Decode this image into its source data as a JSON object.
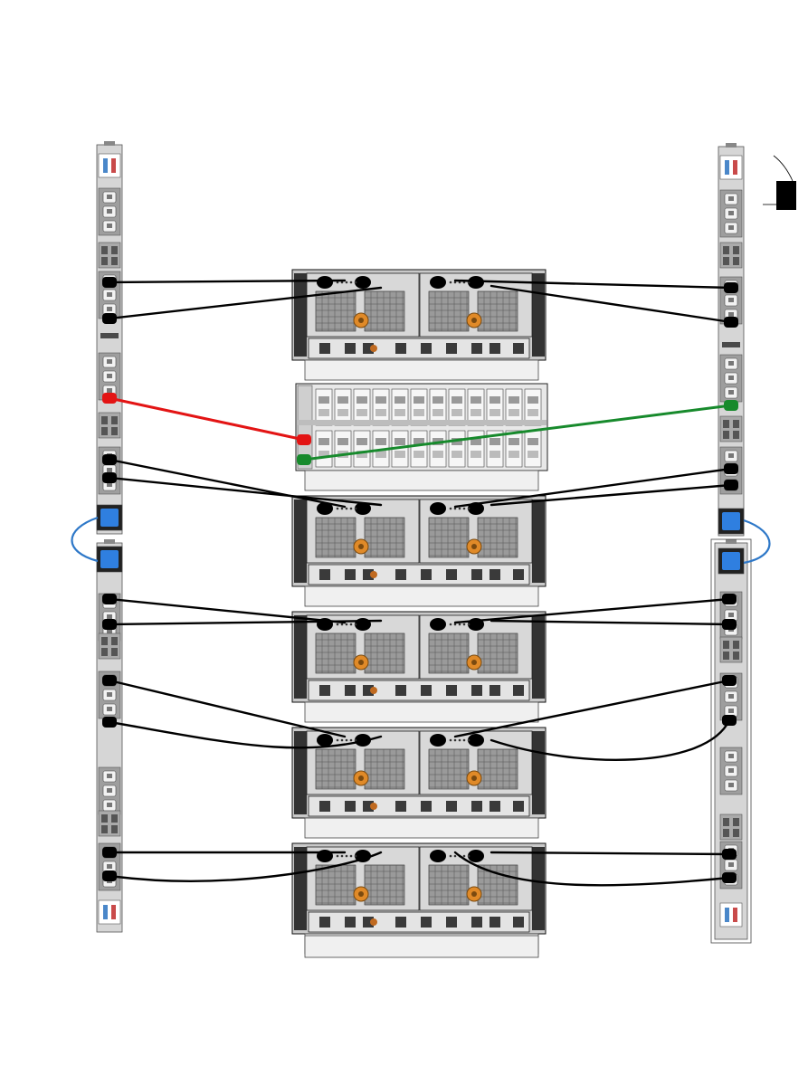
{
  "diagram": {
    "left_pdus": [
      "upper-left-pdu",
      "lower-left-pdu"
    ],
    "right_pdus": [
      "upper-right-pdu",
      "lower-right-pdu"
    ],
    "enclosure_count": 5,
    "controller_count": 1
  },
  "colors": {
    "background": "#ffffff",
    "pdu_body": "#d6d6d6",
    "pdu_outlet": "#f2f2f2",
    "pdu_outlet_frame": "#9e9e9e",
    "pdu_module": "#aaaaaa",
    "breaker_blue": "#2f7fe0",
    "jumper_blue": "#2e78c8",
    "enclosure_body": "#c9c9c9",
    "enclosure_dark": "#2a2a2a",
    "fan_grille": "#9a9a9a",
    "fan_hub": "#e08a28",
    "controller_body": "#e8e8e8",
    "cable_black": "#000000",
    "cable_red": "#e31414",
    "cable_green": "#178a2c",
    "rail": "#f0f0f0",
    "page_tab": "#000000"
  },
  "icons": [
    "pdu-outlet-icon",
    "breaker-switch-icon",
    "power-plug-icon",
    "fan-icon",
    "drive-slot-icon"
  ]
}
